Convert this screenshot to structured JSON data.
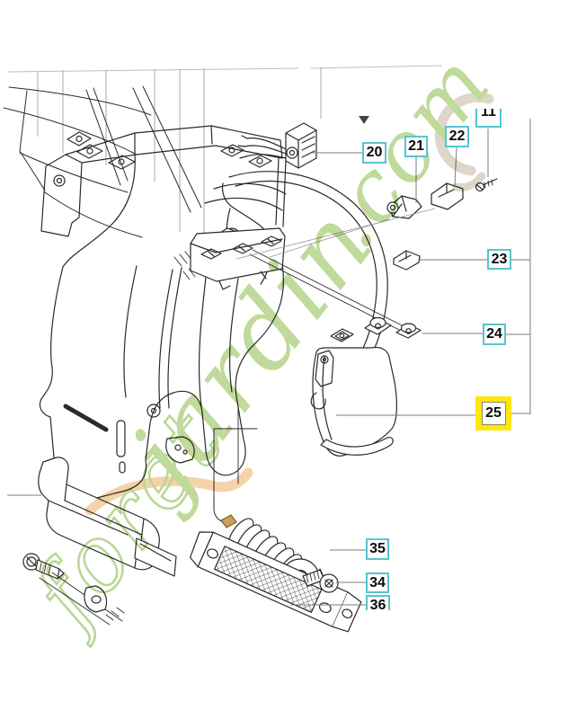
{
  "page": {
    "type": "exploded-parts-diagram"
  },
  "watermark": {
    "word_foret": "foret",
    "word_jardin": "jardin",
    "word_com": ".com",
    "full_text": "foretjardin.com",
    "green": "#b5d48a",
    "orange": "#f3cc9b",
    "beige": "#d8d0c0"
  },
  "colors": {
    "label_border": "#56c5d0",
    "label_background": "#ffffff",
    "label_text": "#0a0a0a",
    "highlight_background": "#ffe70a",
    "drawing_line": "#2a2a2a",
    "leader_line": "#7b7b7b",
    "cable_ferrule_brass": "#c9a05a"
  },
  "labels": [
    {
      "id": "11",
      "text": "11",
      "highlighted": false,
      "partially_visible": "top-cropped"
    },
    {
      "id": "20",
      "text": "20",
      "highlighted": false
    },
    {
      "id": "21",
      "text": "21",
      "highlighted": false
    },
    {
      "id": "22",
      "text": "22",
      "highlighted": false
    },
    {
      "id": "23",
      "text": "23",
      "highlighted": false
    },
    {
      "id": "24",
      "text": "24",
      "highlighted": false
    },
    {
      "id": "25",
      "text": "25",
      "highlighted": true
    },
    {
      "id": "35",
      "text": "35",
      "highlighted": false
    },
    {
      "id": "34",
      "text": "34",
      "highlighted": false
    },
    {
      "id": "36",
      "text": "36",
      "highlighted": false,
      "partially_visible": "bottom-cropped"
    }
  ],
  "highlighted_label": "25"
}
